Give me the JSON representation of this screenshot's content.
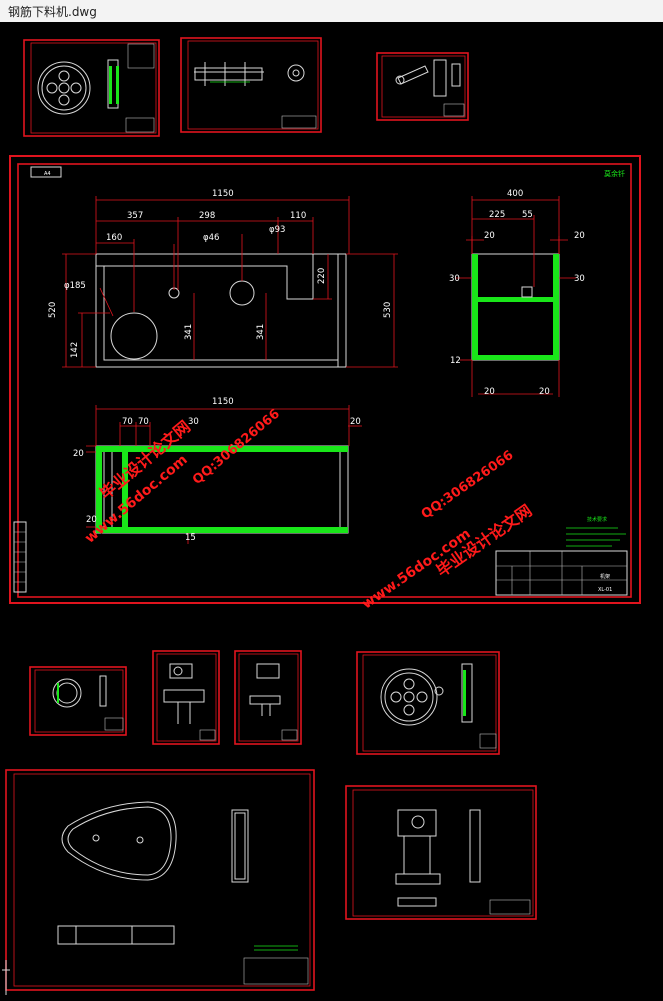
{
  "window": {
    "title": "钢筋下料机.dwg"
  },
  "main_sheet": {
    "paper_size": "A4",
    "stamp": "莫余钎",
    "front_view": {
      "overall_width": "1150",
      "dim_357": "357",
      "dim_298": "298",
      "dim_110": "110",
      "dim_160": "160",
      "hole_46": "φ46",
      "hole_93": "φ93",
      "hole_185": "φ185",
      "height_520": "520",
      "height_530": "530",
      "dim_220": "220",
      "dim_142": "142",
      "dim_341a": "341",
      "dim_341b": "341"
    },
    "side_view": {
      "width_400": "400",
      "dim_225": "225",
      "dim_55": "55",
      "dim_20_tl": "20",
      "dim_20_tr": "20",
      "dim_30_l": "30",
      "dim_30_r": "30",
      "dim_12": "12",
      "dim_20_bl": "20",
      "dim_20_br": "20"
    },
    "top_view": {
      "overall_width": "1150",
      "dim_70a": "70",
      "dim_70b": "70",
      "dim_30": "30",
      "dim_20_right": "20",
      "dim_20_left": "20",
      "dim_20_bottom": "20",
      "dim_15": "15"
    },
    "notes_title": "技术要求",
    "title_block": {
      "part_name": "机架",
      "drawing_no": "XL-01"
    }
  },
  "watermarks": {
    "site": "www.56doc.com",
    "qq": "QQ:306826066",
    "brand": "毕业设计论文网"
  }
}
